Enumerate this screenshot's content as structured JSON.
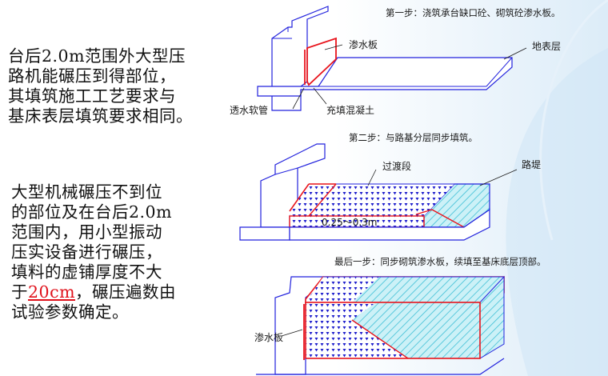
{
  "steps": {
    "step1": "第一步：浇筑承台缺口砼、砌筑砼渗水板。",
    "step2": "第二步：与路基分层同步填筑。",
    "step3": "最后一步：同步砌筑渗水板，续填至基床底层顶部。"
  },
  "left_text": {
    "para1_lines": [
      "台后2.0m范围外大型压",
      "路机能碾压到得部位，",
      "其填筑施工工艺要求与",
      "基床表层填筑要求相同。"
    ],
    "para2_lines": [
      "大型机械碾压不到位",
      "的部位及在台后2.0m",
      "范围内，用小型振动",
      "压实设备进行碾压，",
      "填料的虚铺厚度不大"
    ],
    "para2_last_prefix": "于",
    "para2_highlight": "20cm",
    "para2_last_suffix": "，碾压遍数由",
    "para2_final_line": "试验参数确定。"
  },
  "labels": {
    "seepage_plate_1": "渗水板",
    "ground_layer": "地表层",
    "drain_pipe": "透水软管",
    "fill_concrete": "充填混凝土",
    "transition": "过渡段",
    "embankment": "路堤",
    "layer_thickness": "0.25～0.3m",
    "seepage_plate_3": "渗水板"
  },
  "colors": {
    "outline_blue": "#2222dd",
    "seepage_red": "#e8141c",
    "hatch_cyan": "#3fc0d6",
    "dot_blue": "#1c1ccc",
    "background_tint": "#c9e2f3"
  }
}
